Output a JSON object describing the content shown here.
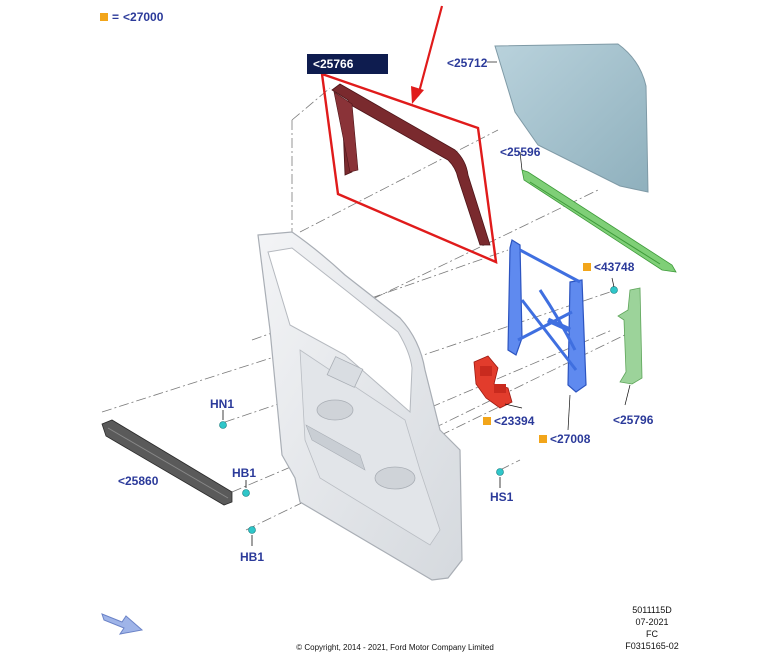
{
  "legend": {
    "text": "<27000",
    "eq": "=",
    "marker_color": "#f2a51a"
  },
  "highlight_tag": "<25766",
  "labels": {
    "p25712": "<25712",
    "p25596": "<25596",
    "p43748": "<43748",
    "p25796": "<25796",
    "p27008": "<27008",
    "p23394": "<23394",
    "p25860": "<25860",
    "hn1": "HN1",
    "hb1a": "HB1",
    "hb1b": "HB1",
    "hs1": "HS1"
  },
  "copyright": "© Copyright, 2014 - 2021, Ford Motor Company Limited",
  "docref": {
    "line1": "5011115D",
    "line2": "07-2021",
    "line3": "FC",
    "line4": "F0315165-02"
  },
  "colors": {
    "label": "#2b3a9a",
    "highlight_box": "#e01b1b",
    "glass": "#a9c4cf",
    "run_channel": "#7a2a2e",
    "regulator": "#3f6fe0",
    "motor": "#e23c2c",
    "guide": "#9cd39a",
    "weatherstrip": "#555555",
    "fastener": "#2fc6c9",
    "door": "#e9ecef"
  }
}
